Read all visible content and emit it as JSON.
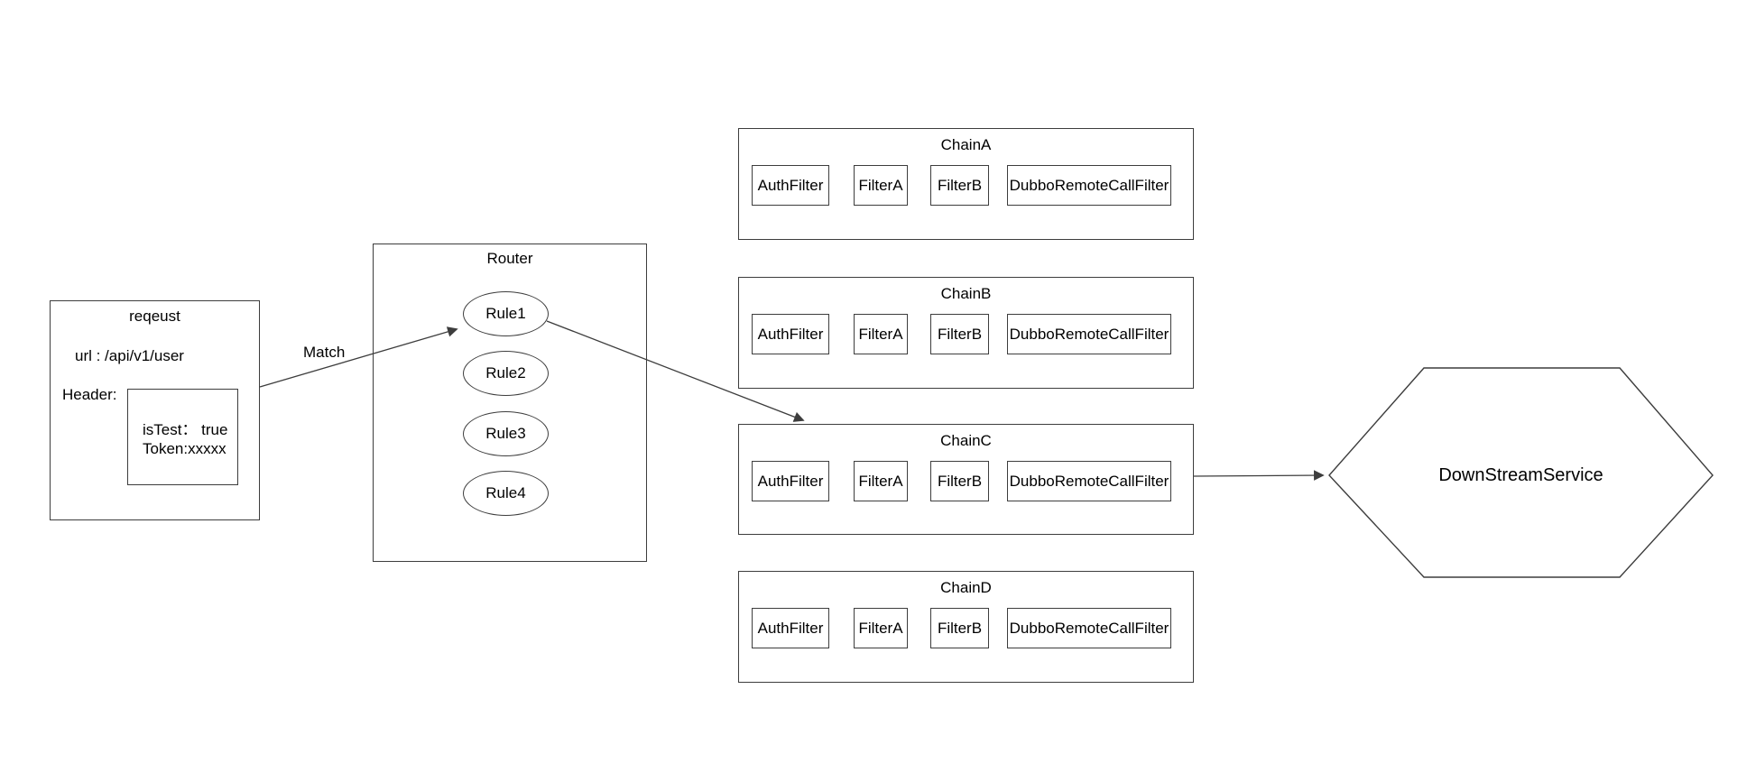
{
  "request": {
    "title": "reqeust",
    "url": "url : /api/v1/user",
    "header_label": "Header:",
    "header_fields": [
      "isTest： true",
      "Token:xxxxx"
    ]
  },
  "connections": {
    "match_label": "Match"
  },
  "router": {
    "title": "Router",
    "rules": [
      "Rule1",
      "Rule2",
      "Rule3",
      "Rule4"
    ]
  },
  "chains": [
    {
      "title": "ChainA",
      "filters": [
        "AuthFilter",
        "FilterA",
        "FilterB",
        "DubboRemoteCallFilter"
      ]
    },
    {
      "title": "ChainB",
      "filters": [
        "AuthFilter",
        "FilterA",
        "FilterB",
        "DubboRemoteCallFilter"
      ]
    },
    {
      "title": "ChainC",
      "filters": [
        "AuthFilter",
        "FilterA",
        "FilterB",
        "DubboRemoteCallFilter"
      ]
    },
    {
      "title": "ChainD",
      "filters": [
        "AuthFilter",
        "FilterA",
        "FilterB",
        "DubboRemoteCallFilter"
      ]
    }
  ],
  "downstream": {
    "label": "DownStreamService"
  },
  "colors": {
    "line": "#3d3d3d",
    "text": "#000000",
    "background": "#ffffff"
  }
}
